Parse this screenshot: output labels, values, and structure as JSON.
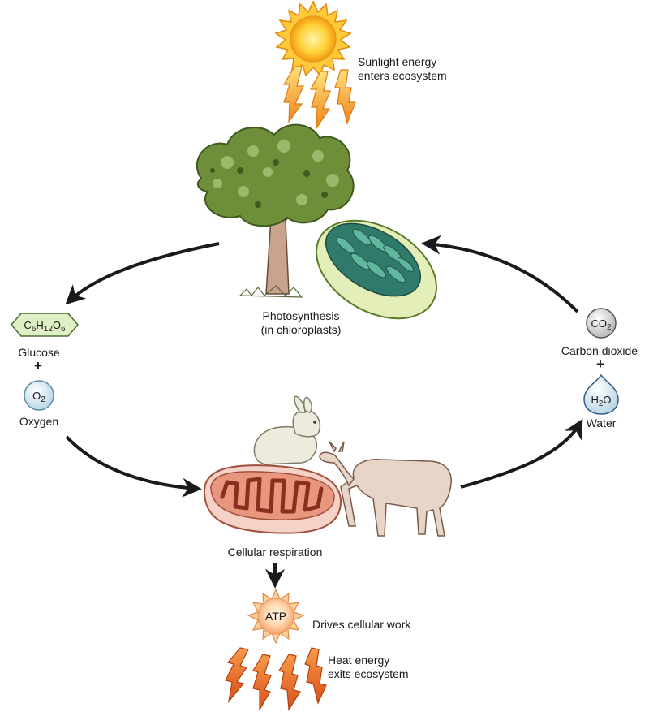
{
  "sun_label": [
    "Sunlight energy",
    "enters ecosystem"
  ],
  "photosynthesis_label": [
    "Photosynthesis",
    "(in chloroplasts)"
  ],
  "glucose": {
    "formula": [
      "C",
      "6",
      "H",
      "12",
      "O",
      "6"
    ],
    "name": "Glucose"
  },
  "oxygen": {
    "formula": [
      "O",
      "2"
    ],
    "name": "Oxygen"
  },
  "carbon_dioxide": {
    "formula": [
      "CO",
      "2"
    ],
    "name": "Carbon dioxide"
  },
  "water": {
    "formula": [
      "H",
      "2",
      "O"
    ],
    "name": "Water"
  },
  "plus": "+",
  "respiration_label": "Cellular respiration",
  "atp": {
    "text": "ATP",
    "caption": "Drives cellular work"
  },
  "heat_label": [
    "Heat energy",
    "exits ecosystem"
  ]
}
